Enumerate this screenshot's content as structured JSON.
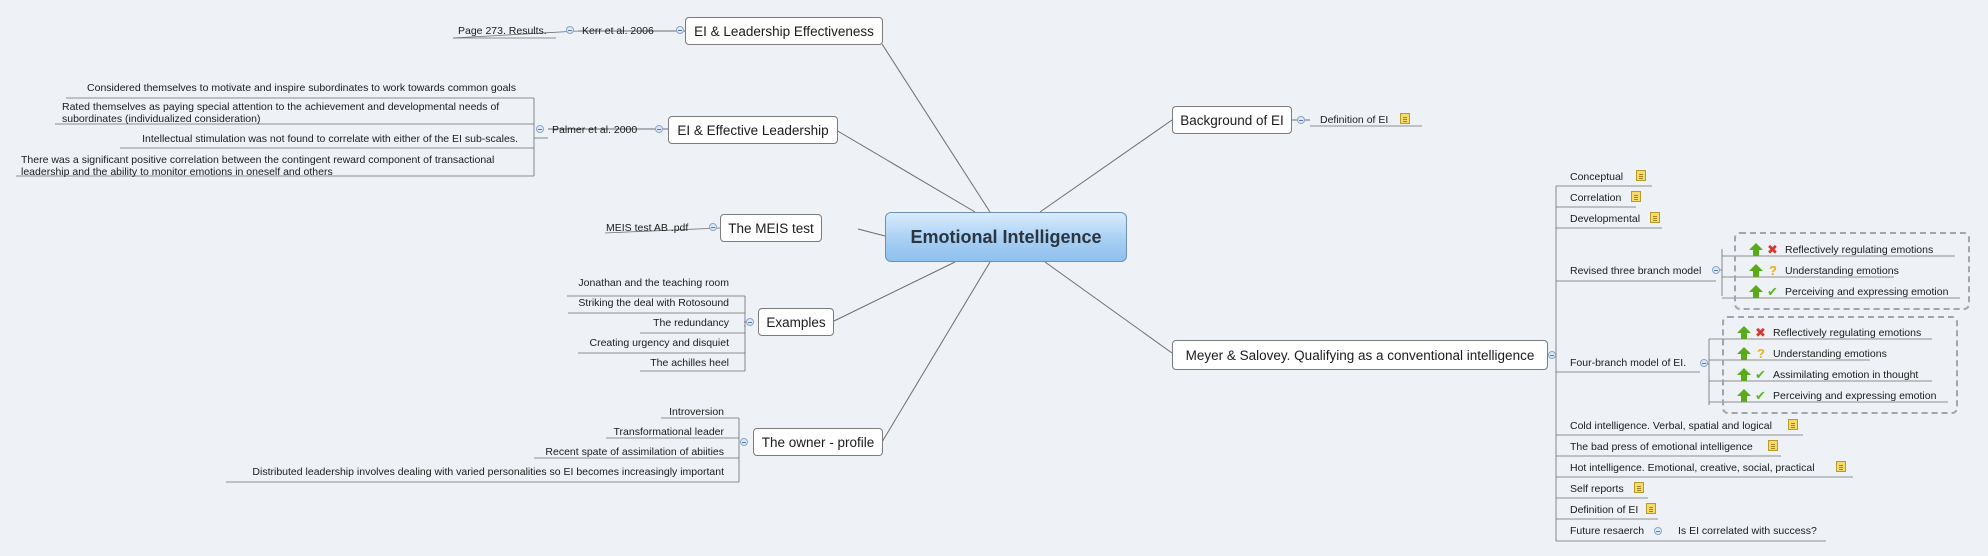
{
  "central": "Emotional Intelligence",
  "left": {
    "effectiveness": {
      "title": "EI & Leadership Effectiveness",
      "child": "Kerr et al. 2006",
      "grandchild": "Page 273. Results."
    },
    "effective_leadership": {
      "title": "EI & Effective Leadership",
      "child": "Palmer et al. 2000",
      "items": [
        "Considered themselves to motivate and inspire subordinates to work towards common goals",
        "Rated themselves as paying special attention to the achievement and developmental needs of",
        "subordinates (individualized consideration)",
        "Intellectual stimulation was not found to correlate with either of the EI sub-scales.",
        "There was a significant positive correlation between the contingent reward component of transactional",
        "leadership and the ability to monitor emotions in oneself and others"
      ]
    },
    "meis": {
      "title": "The MEIS test",
      "child": "MEIS test AB .pdf"
    },
    "examples": {
      "title": "Examples",
      "items": [
        "Jonathan and the teaching room",
        "Striking the deal with Rotosound",
        "The redundancy",
        "Creating urgency and disquiet",
        "The achilles heel"
      ]
    },
    "owner": {
      "title": "The owner - profile",
      "items": [
        "Introversion",
        "Transformational leader",
        "Recent spate of assimilation of abiities",
        "Distributed leadership involves dealing with varied personalities so EI becomes increasingly important"
      ]
    }
  },
  "right": {
    "background": {
      "title": "Background of EI",
      "child": "Definition of EI"
    },
    "meyer": {
      "title": "Meyer & Salovey. Qualifying as a conventional intelligence",
      "items": [
        "Conceptual",
        "Correlation",
        "Developmental",
        "Revised three branch model",
        "Four-branch model of EI.",
        "Cold intelligence. Verbal, spatial and logical",
        "The bad press of emotional intelligence",
        "Hot intelligence. Emotional, creative, social, practical",
        "Self reports",
        "Definition of EI",
        "Future resaerch"
      ],
      "three_branch": [
        "Reflectively regulating emotions",
        "Understanding emotions",
        "Perceiving and expressing emotion"
      ],
      "four_branch": [
        "Reflectively regulating emotions",
        "Understanding emotions",
        "Assimilating emotion in thought",
        "Perceiving and expressing emotion"
      ],
      "future_child": "Is EI correlated with success?"
    }
  },
  "icons": {
    "toggle": "collapse-toggle-icon",
    "note": "note-icon",
    "priority": "priority-up-arrow-icon",
    "cross": "cross-icon",
    "question": "question-icon",
    "check": "check-icon"
  },
  "colors": {
    "background": "#eef1f6",
    "central_fill": "#a8cff3",
    "line": "#6d6d6d",
    "note": "#f6da6a"
  }
}
